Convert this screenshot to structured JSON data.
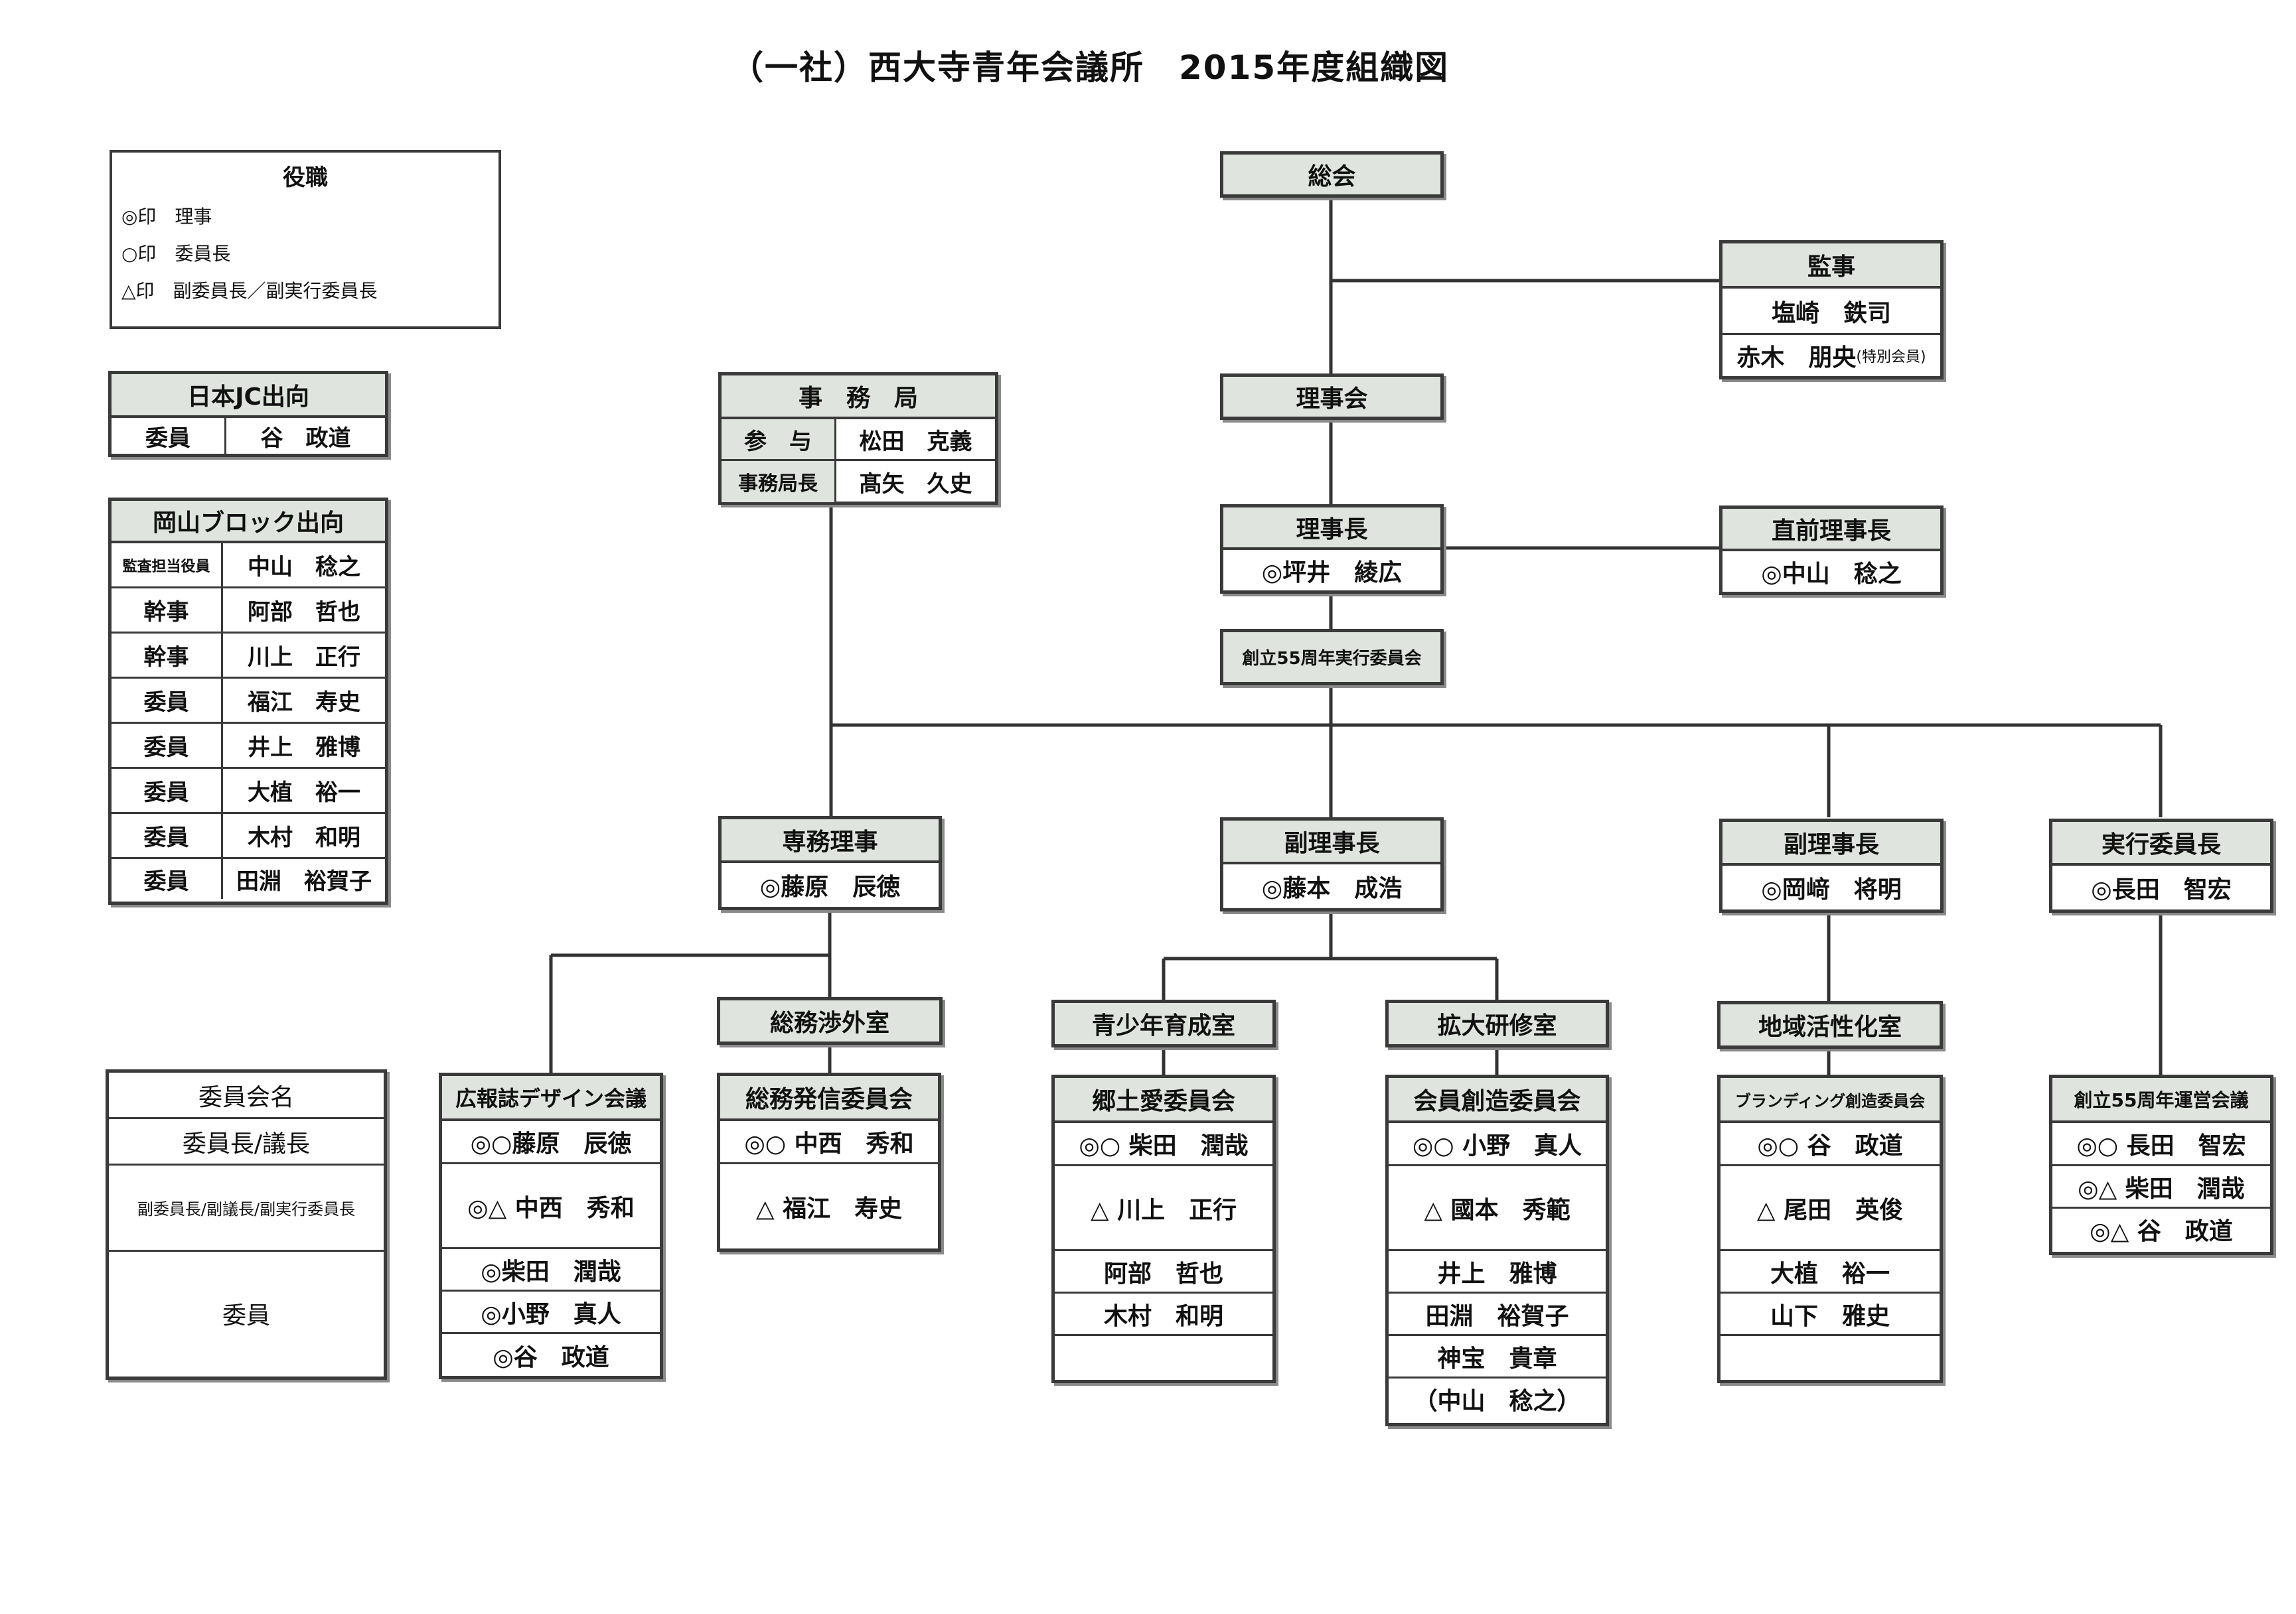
{
  "title": "（一社）西大寺青年会議所　2015年度組織図",
  "legend": {
    "title": "役職",
    "items": [
      "◎印　理事",
      "○印　委員長",
      "△印　副委員長／副実行委員長"
    ]
  },
  "nihon_jc": {
    "title": "日本JC出向",
    "role": "委員",
    "name": "谷　政道"
  },
  "okayama": {
    "title": "岡山ブロック出向",
    "rows": [
      {
        "role": "監査担当役員",
        "name": "中山　稔之"
      },
      {
        "role": "幹事",
        "name": "阿部　哲也"
      },
      {
        "role": "幹事",
        "name": "川上　正行"
      },
      {
        "role": "委員",
        "name": "福江　寿史"
      },
      {
        "role": "委員",
        "name": "井上　雅博"
      },
      {
        "role": "委員",
        "name": "大植　裕一"
      },
      {
        "role": "委員",
        "name": "木村　和明"
      },
      {
        "role": "委員",
        "name": "田淵　裕賀子"
      }
    ]
  },
  "sample": {
    "rows": [
      "委員会名",
      "委員長/議長",
      "副委員長/副議長/副実行委員長",
      "委員"
    ]
  },
  "soukai": "総会",
  "kanji": {
    "title": "監事",
    "names": [
      "塩崎　鉄司",
      "赤木　朋央"
    ],
    "note": "(特別会員)"
  },
  "rijikai": "理事会",
  "rijichou": {
    "title": "理事長",
    "name": "◎坪井　綾広"
  },
  "chokuzen": {
    "title": "直前理事長",
    "name": "◎中山　稔之"
  },
  "jimukyoku": {
    "title": "事　務　局",
    "rows": [
      {
        "role": "参　与",
        "name": "松田　克義"
      },
      {
        "role": "事務局長",
        "name": "髙矢　久史"
      }
    ]
  },
  "souritsu": "創立55周年実行委員会",
  "senmu": {
    "title": "専務理事",
    "name": "◎藤原　辰徳"
  },
  "fuku1": {
    "title": "副理事長",
    "name": "◎藤本　成浩"
  },
  "fuku2": {
    "title": "副理事長",
    "name": "◎岡﨑　将明"
  },
  "jikkou": {
    "title": "実行委員長",
    "name": "◎長田　智宏"
  },
  "rooms": {
    "soumu": "総務渉外室",
    "seishounen": "青少年育成室",
    "kakudai": "拡大研修室",
    "chiiki": "地域活性化室"
  },
  "committees": {
    "kouhou": {
      "title": "広報誌デザイン会議",
      "rows": [
        "◎○藤原　辰徳",
        "◎△ 中西　秀和",
        "◎柴田　潤哉",
        "◎小野　真人",
        "◎谷　政道"
      ]
    },
    "soumu": {
      "title": "総務発信委員会",
      "rows": [
        "◎○ 中西　秀和",
        "△ 福江　寿史"
      ]
    },
    "kyoudo": {
      "title": "郷土愛委員会",
      "rows": [
        "◎○ 柴田　潤哉",
        "△ 川上　正行",
        "阿部　哲也",
        "木村　和明",
        ""
      ]
    },
    "kaiin": {
      "title": "会員創造委員会",
      "rows": [
        "◎○ 小野　真人",
        "△ 國本　秀範",
        "井上　雅博",
        "田淵　裕賀子",
        "神宝　貴章",
        "（中山　稔之）"
      ]
    },
    "branding": {
      "title": "ブランディング創造委員会",
      "rows": [
        "◎○ 谷　政道",
        "△ 尾田　英俊",
        "大植　裕一",
        "山下　雅史",
        ""
      ]
    },
    "unei": {
      "title": "創立55周年運営会議",
      "rows": [
        "◎○ 長田　智宏",
        "◎△ 柴田　潤哉",
        "◎△ 谷　政道"
      ]
    }
  }
}
